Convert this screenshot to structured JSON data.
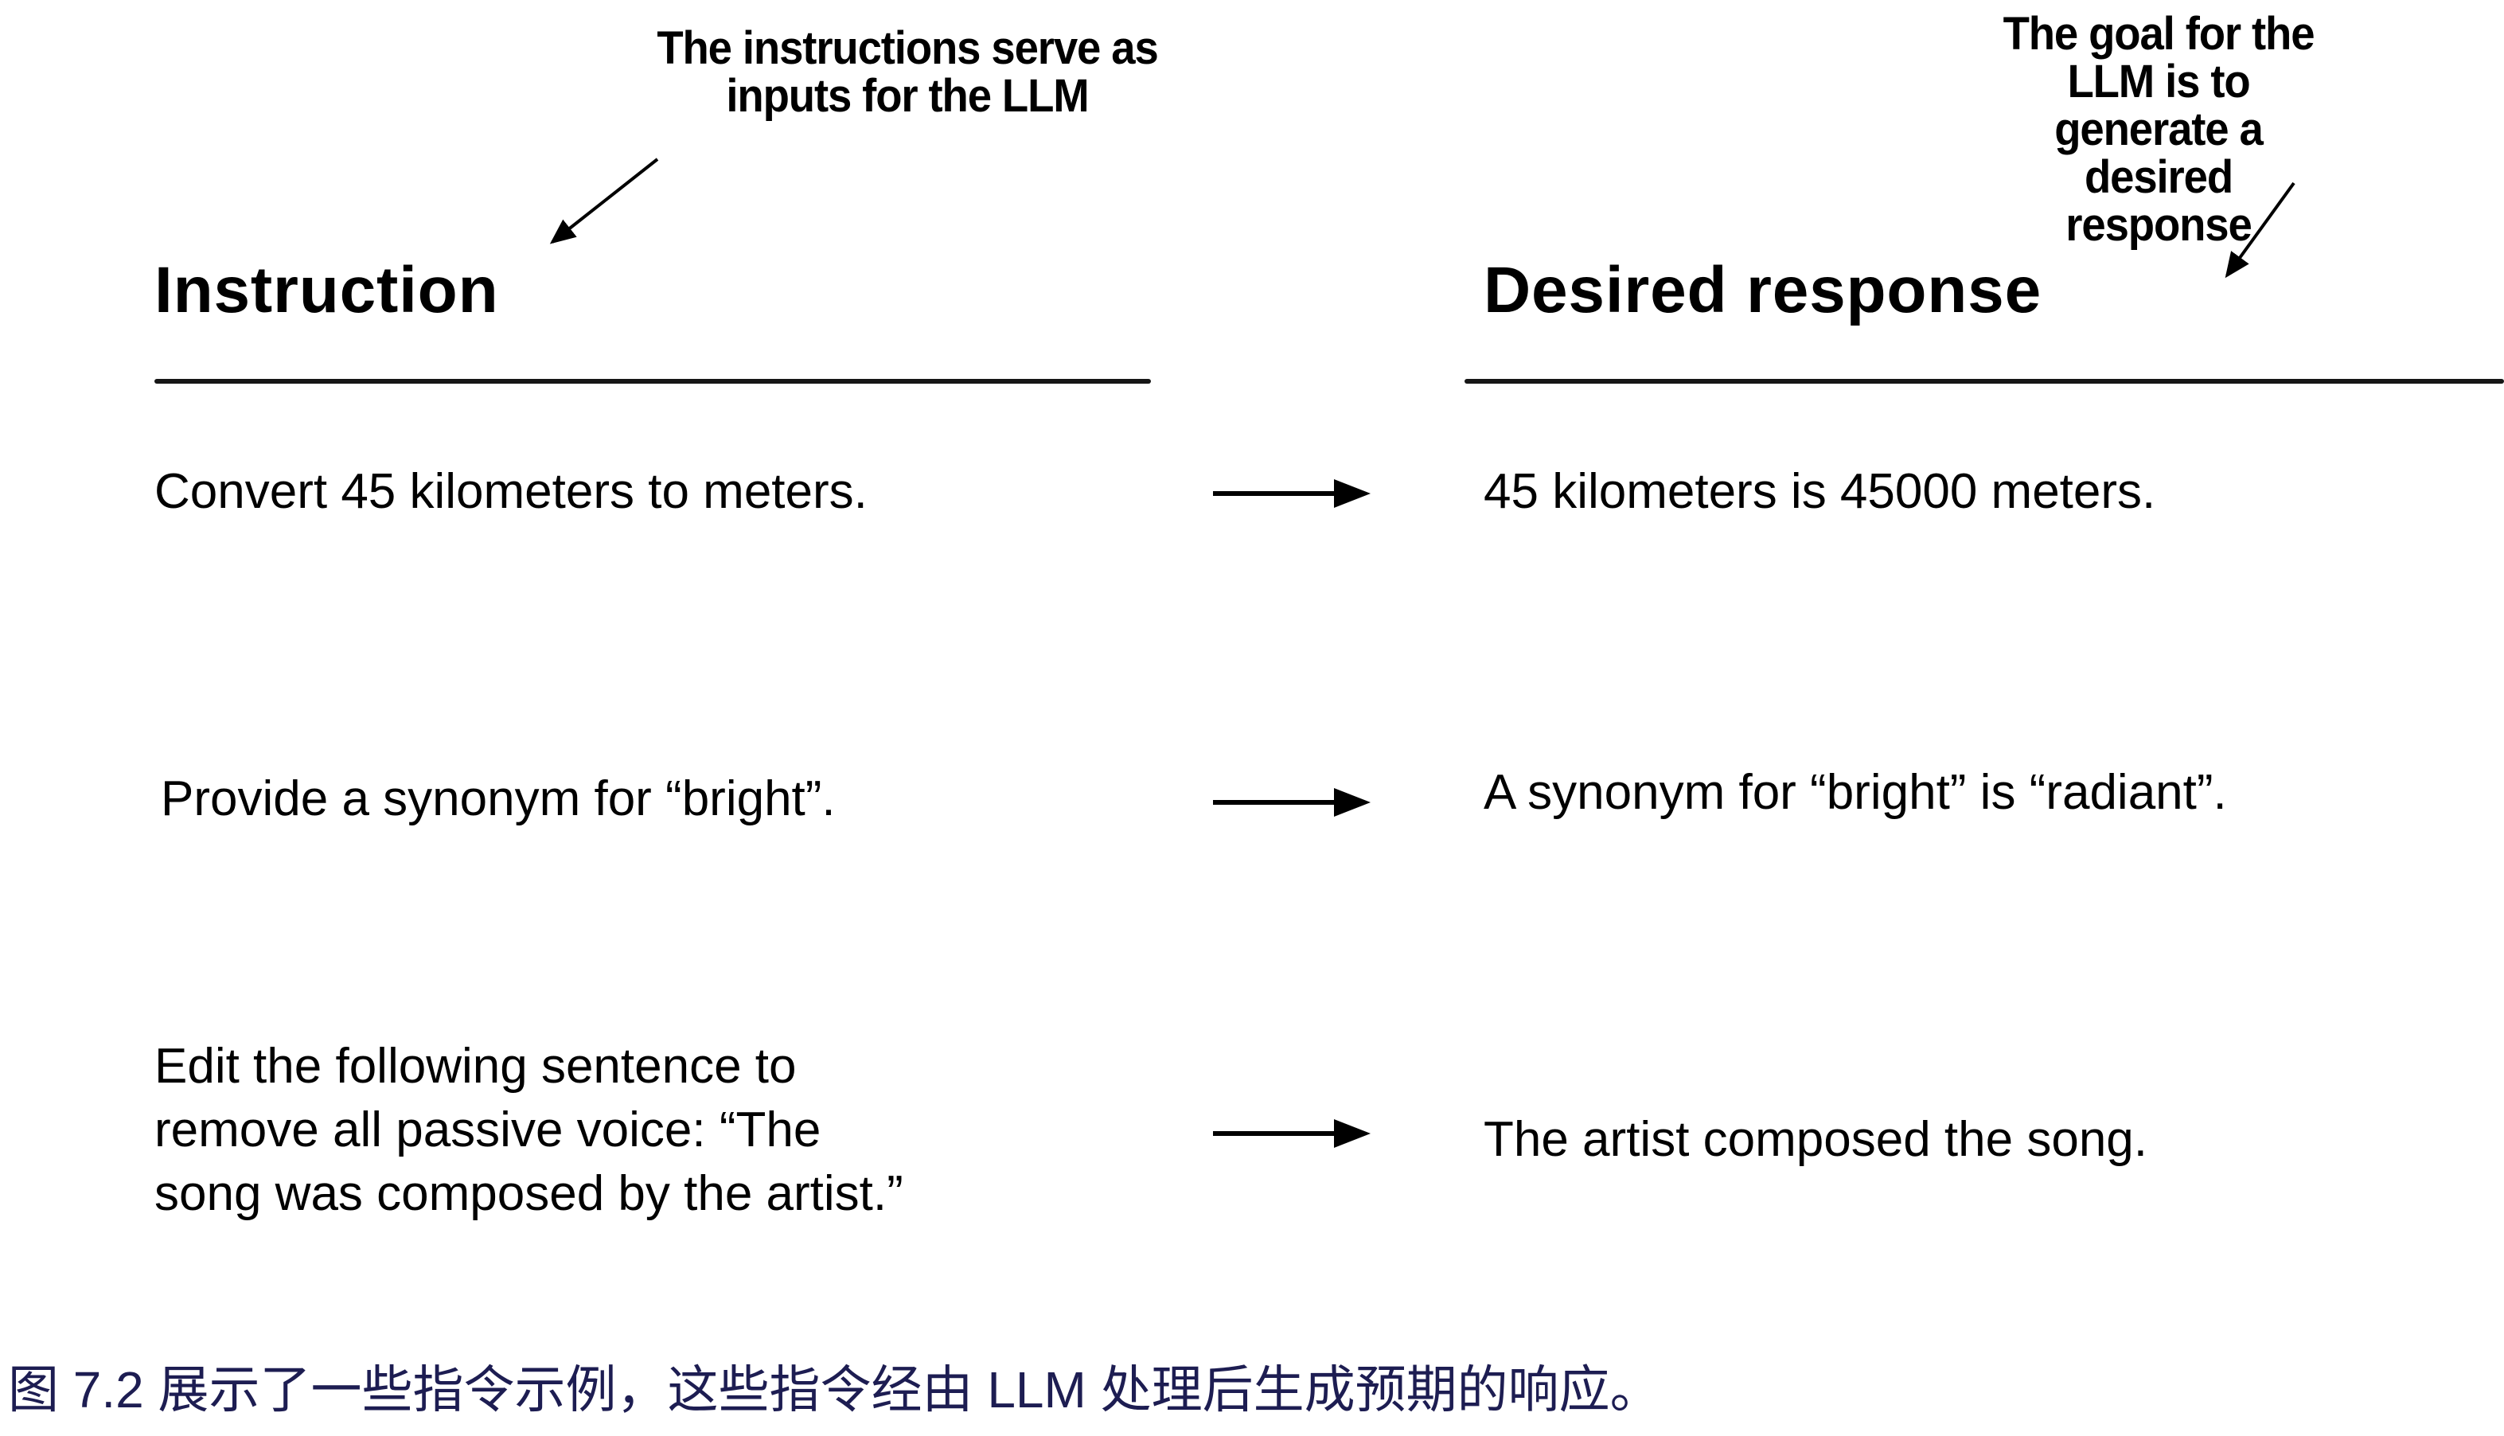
{
  "figure": {
    "left_annotation": "The instructions serve as\ninputs for the LLM",
    "right_annotation": "The goal for the LLM is to\ngenerate a desired response",
    "left_header": "Instruction",
    "right_header": "Desired response",
    "rows": [
      {
        "instruction": "Convert 45 kilometers to meters.",
        "response": "45 kilometers is 45000 meters."
      },
      {
        "instruction": "Provide a synonym for “bright”.",
        "response": "A synonym for “bright” is “radiant”."
      },
      {
        "instruction": "Edit the following sentence to\nremove all passive voice: “The\nsong was composed by the artist.”",
        "response": "The artist composed the song."
      }
    ]
  },
  "caption": {
    "label": "图 7.2",
    "text": "图 7.2 展示了一些指令示例，这些指令经由 LLM 处理后生成预期的响应。"
  },
  "colors": {
    "background": "#ffffff",
    "diagram_text": "#000000",
    "caption_text": "#1d1d52"
  }
}
